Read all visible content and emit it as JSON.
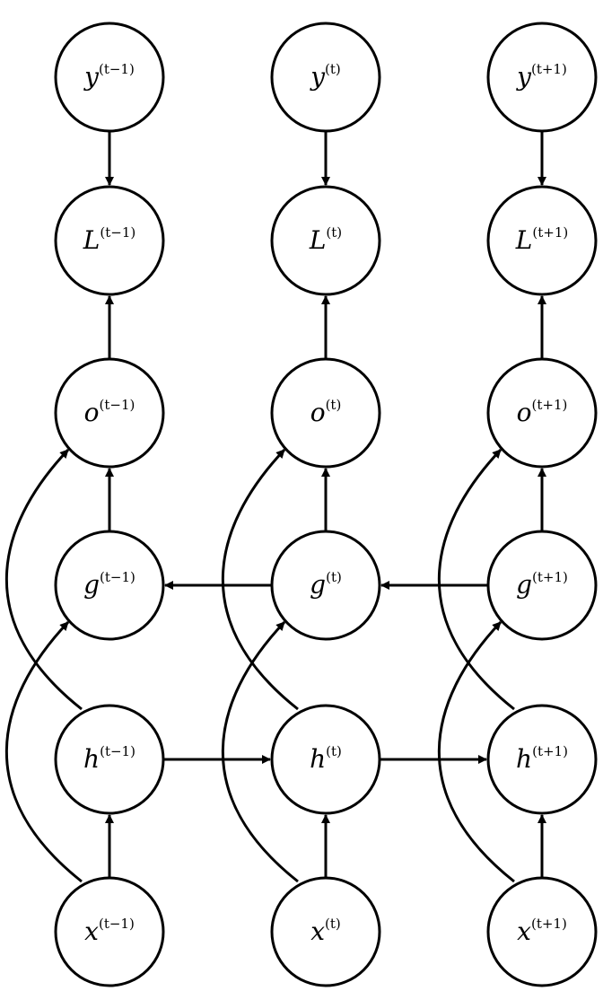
{
  "diagram": {
    "columns": [
      {
        "y": {
          "base": "y",
          "sup": "(t−1)"
        },
        "L": {
          "base": "L",
          "sup": "(t−1)"
        },
        "o": {
          "base": "o",
          "sup": "(t−1)"
        },
        "g": {
          "base": "g",
          "sup": "(t−1)"
        },
        "h": {
          "base": "h",
          "sup": "(t−1)"
        },
        "x": {
          "base": "x",
          "sup": "(t−1)"
        }
      },
      {
        "y": {
          "base": "y",
          "sup": "(t)"
        },
        "L": {
          "base": "L",
          "sup": "(t)"
        },
        "o": {
          "base": "o",
          "sup": "(t)"
        },
        "g": {
          "base": "g",
          "sup": "(t)"
        },
        "h": {
          "base": "h",
          "sup": "(t)"
        },
        "x": {
          "base": "x",
          "sup": "(t)"
        }
      },
      {
        "y": {
          "base": "y",
          "sup": "(t+1)"
        },
        "L": {
          "base": "L",
          "sup": "(t+1)"
        },
        "o": {
          "base": "o",
          "sup": "(t+1)"
        },
        "g": {
          "base": "g",
          "sup": "(t+1)"
        },
        "h": {
          "base": "h",
          "sup": "(t+1)"
        },
        "x": {
          "base": "x",
          "sup": "(t+1)"
        }
      }
    ],
    "colors": {
      "stroke": "#000000",
      "fill": "#ffffff"
    }
  }
}
